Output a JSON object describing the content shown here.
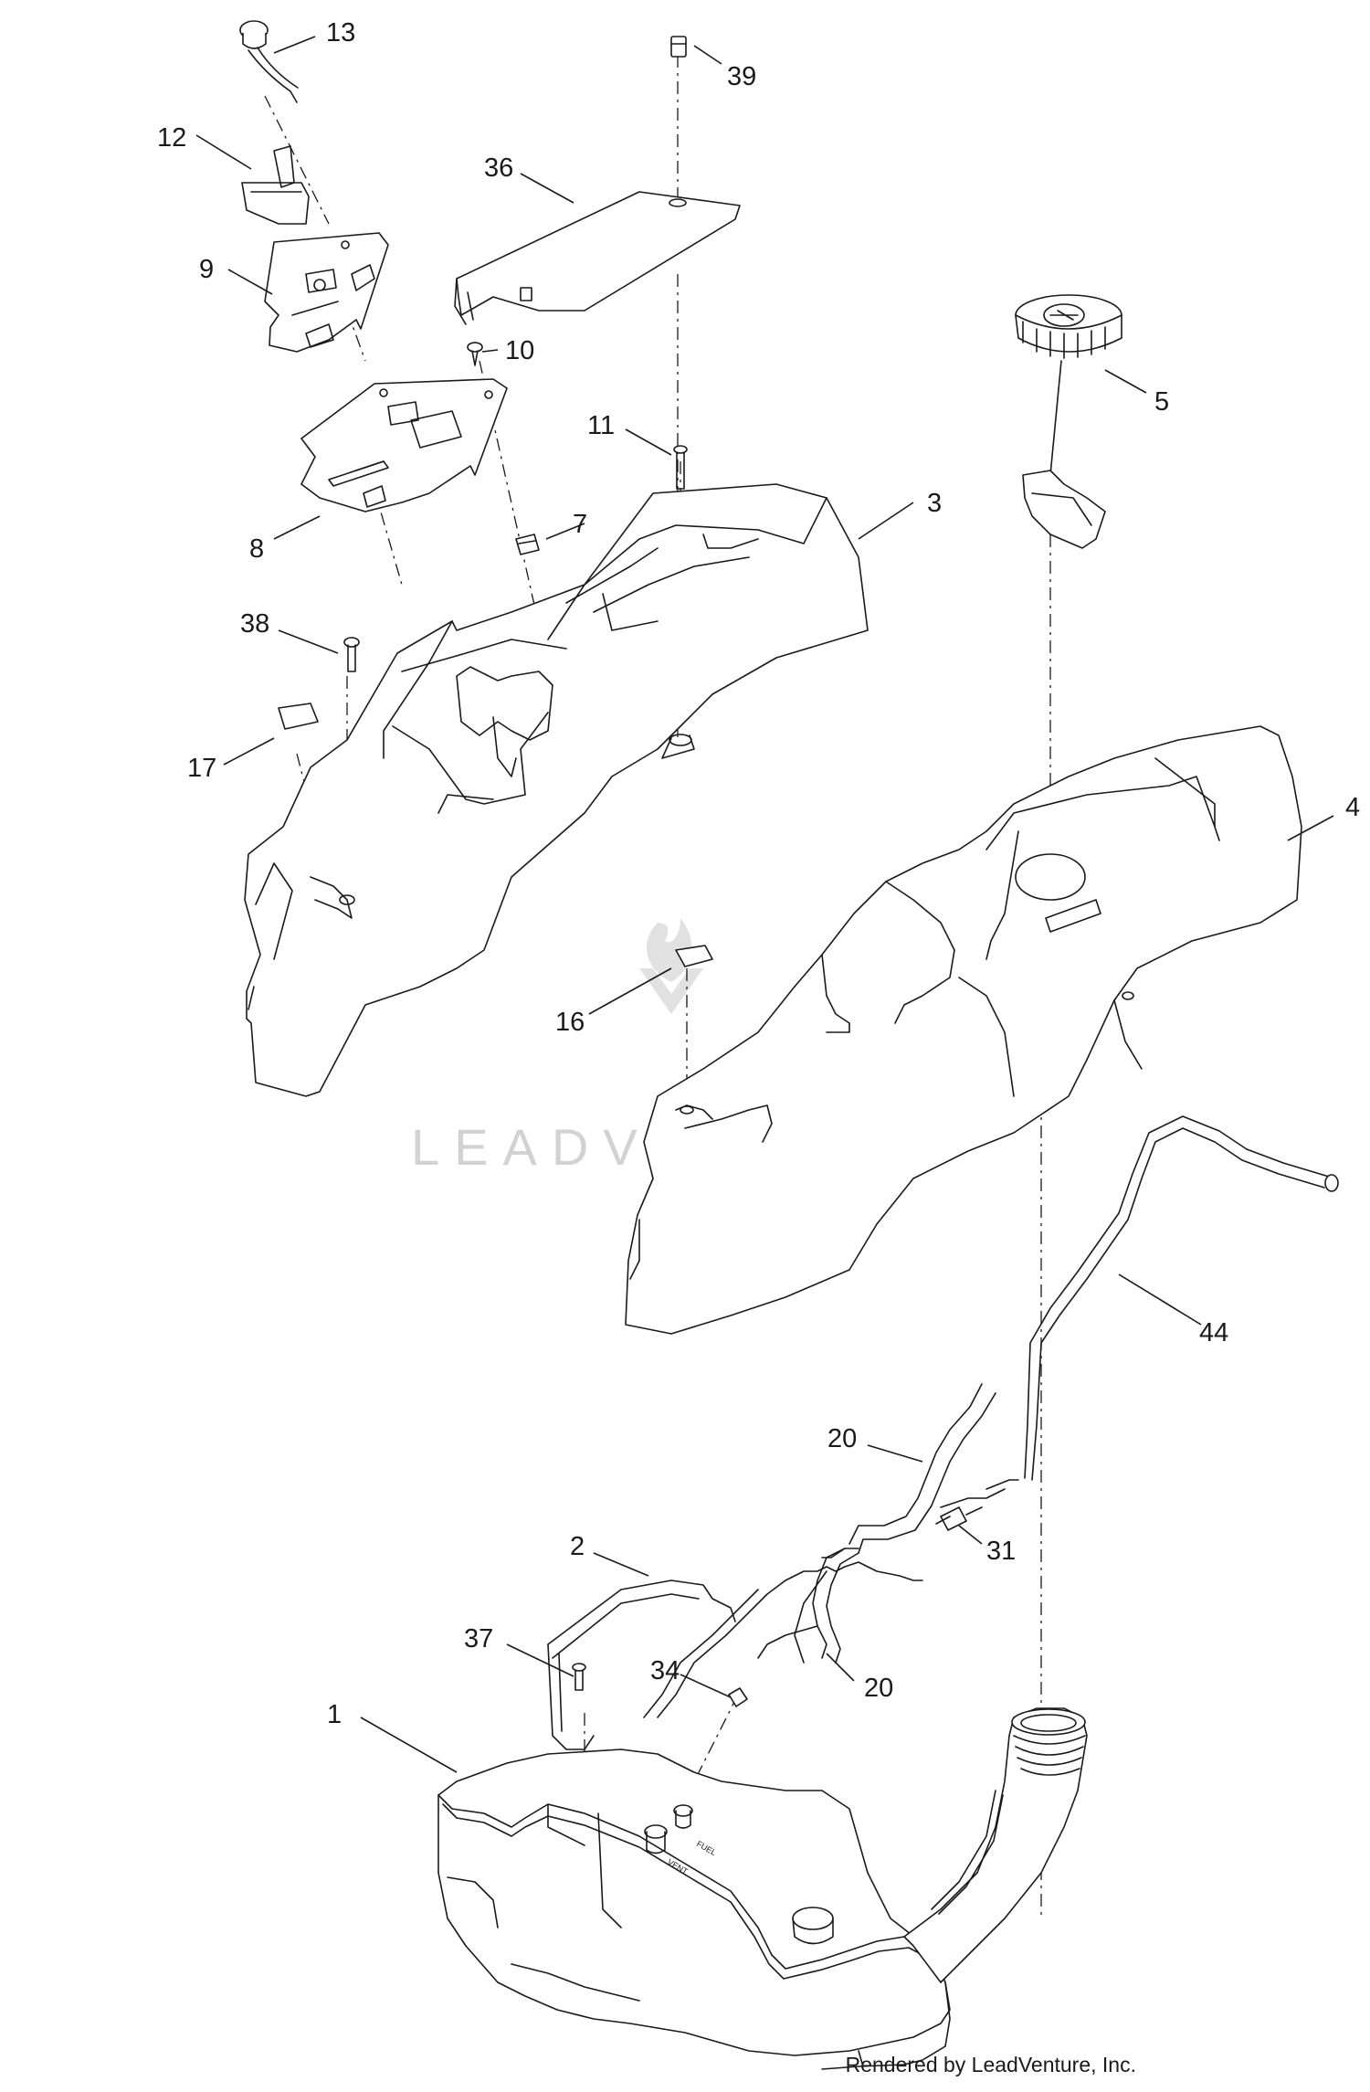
{
  "diagram": {
    "callouts": [
      "13",
      "39",
      "12",
      "36",
      "9",
      "10",
      "5",
      "11",
      "3",
      "8",
      "7",
      "38",
      "17",
      "4",
      "16",
      "44",
      "20",
      "31",
      "2",
      "37",
      "34",
      "20",
      "1"
    ],
    "watermark": "LEADVENTURE",
    "footer": "Rendered by LeadVenture, Inc.",
    "colors": {
      "line": "#1a1a1a",
      "watermark": "#c9c9c9",
      "background": "#ffffff"
    }
  }
}
